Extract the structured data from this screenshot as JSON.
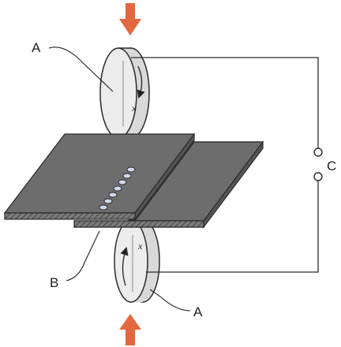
{
  "labels": {
    "top_electrode": "A",
    "bottom_electrode": "A",
    "weld_interface": "B",
    "circuit": "C"
  },
  "icons": {
    "force_top": "arrow-down-icon",
    "force_bottom": "arrow-up-icon",
    "rotation": "curved-arrow-icon"
  },
  "colors": {
    "force_arrow": "#e2683f",
    "electrode_face": "#e8e8e8",
    "sheet_top": "#6d6d6d",
    "sheet_side": "#555555",
    "weld_nugget": "#cfd8ee",
    "outline": "#2a2a2a"
  }
}
